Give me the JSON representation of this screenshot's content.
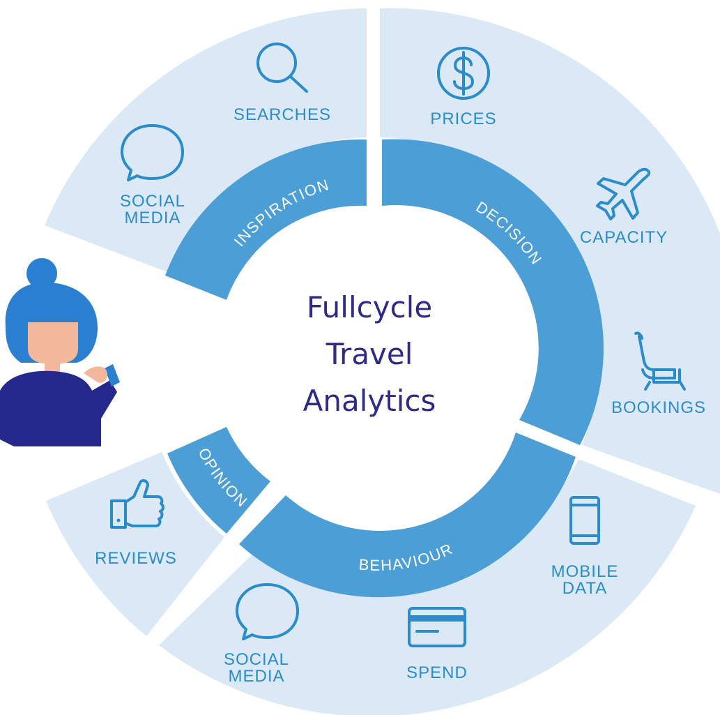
{
  "center": {
    "title_lines": [
      "Fullcycle",
      "Travel",
      "Analytics"
    ]
  },
  "stages": {
    "inspiration": "INSPIRATION",
    "decision": "DECISION",
    "behaviour": "BEHAVIOUR",
    "opinion": "OPINION"
  },
  "items": {
    "social_media_top": [
      "SOCIAL",
      "MEDIA"
    ],
    "searches": "SEARCHES",
    "prices": "PRICES",
    "capacity": "CAPACITY",
    "bookings": "BOOKINGS",
    "mobile_data": [
      "MOBILE",
      "DATA"
    ],
    "spend": "SPEND",
    "social_media_bottom": [
      "SOCIAL",
      "MEDIA"
    ],
    "reviews": "REVIEWS"
  },
  "colors": {
    "outer_segment": "#dbe9f6",
    "inner_ring": "#4c9ed6",
    "item_text": "#2a8ccb",
    "center_text": "#2e2a85",
    "person_hair": "#2b7fd0",
    "person_sweater": "#25288c",
    "person_skin": "#f3b89b"
  },
  "icons": [
    "speech-bubble-icon",
    "magnifier-icon",
    "dollar-coin-icon",
    "airplane-icon",
    "seat-icon",
    "mobile-phone-icon",
    "credit-card-icon",
    "thumbs-up-icon"
  ]
}
